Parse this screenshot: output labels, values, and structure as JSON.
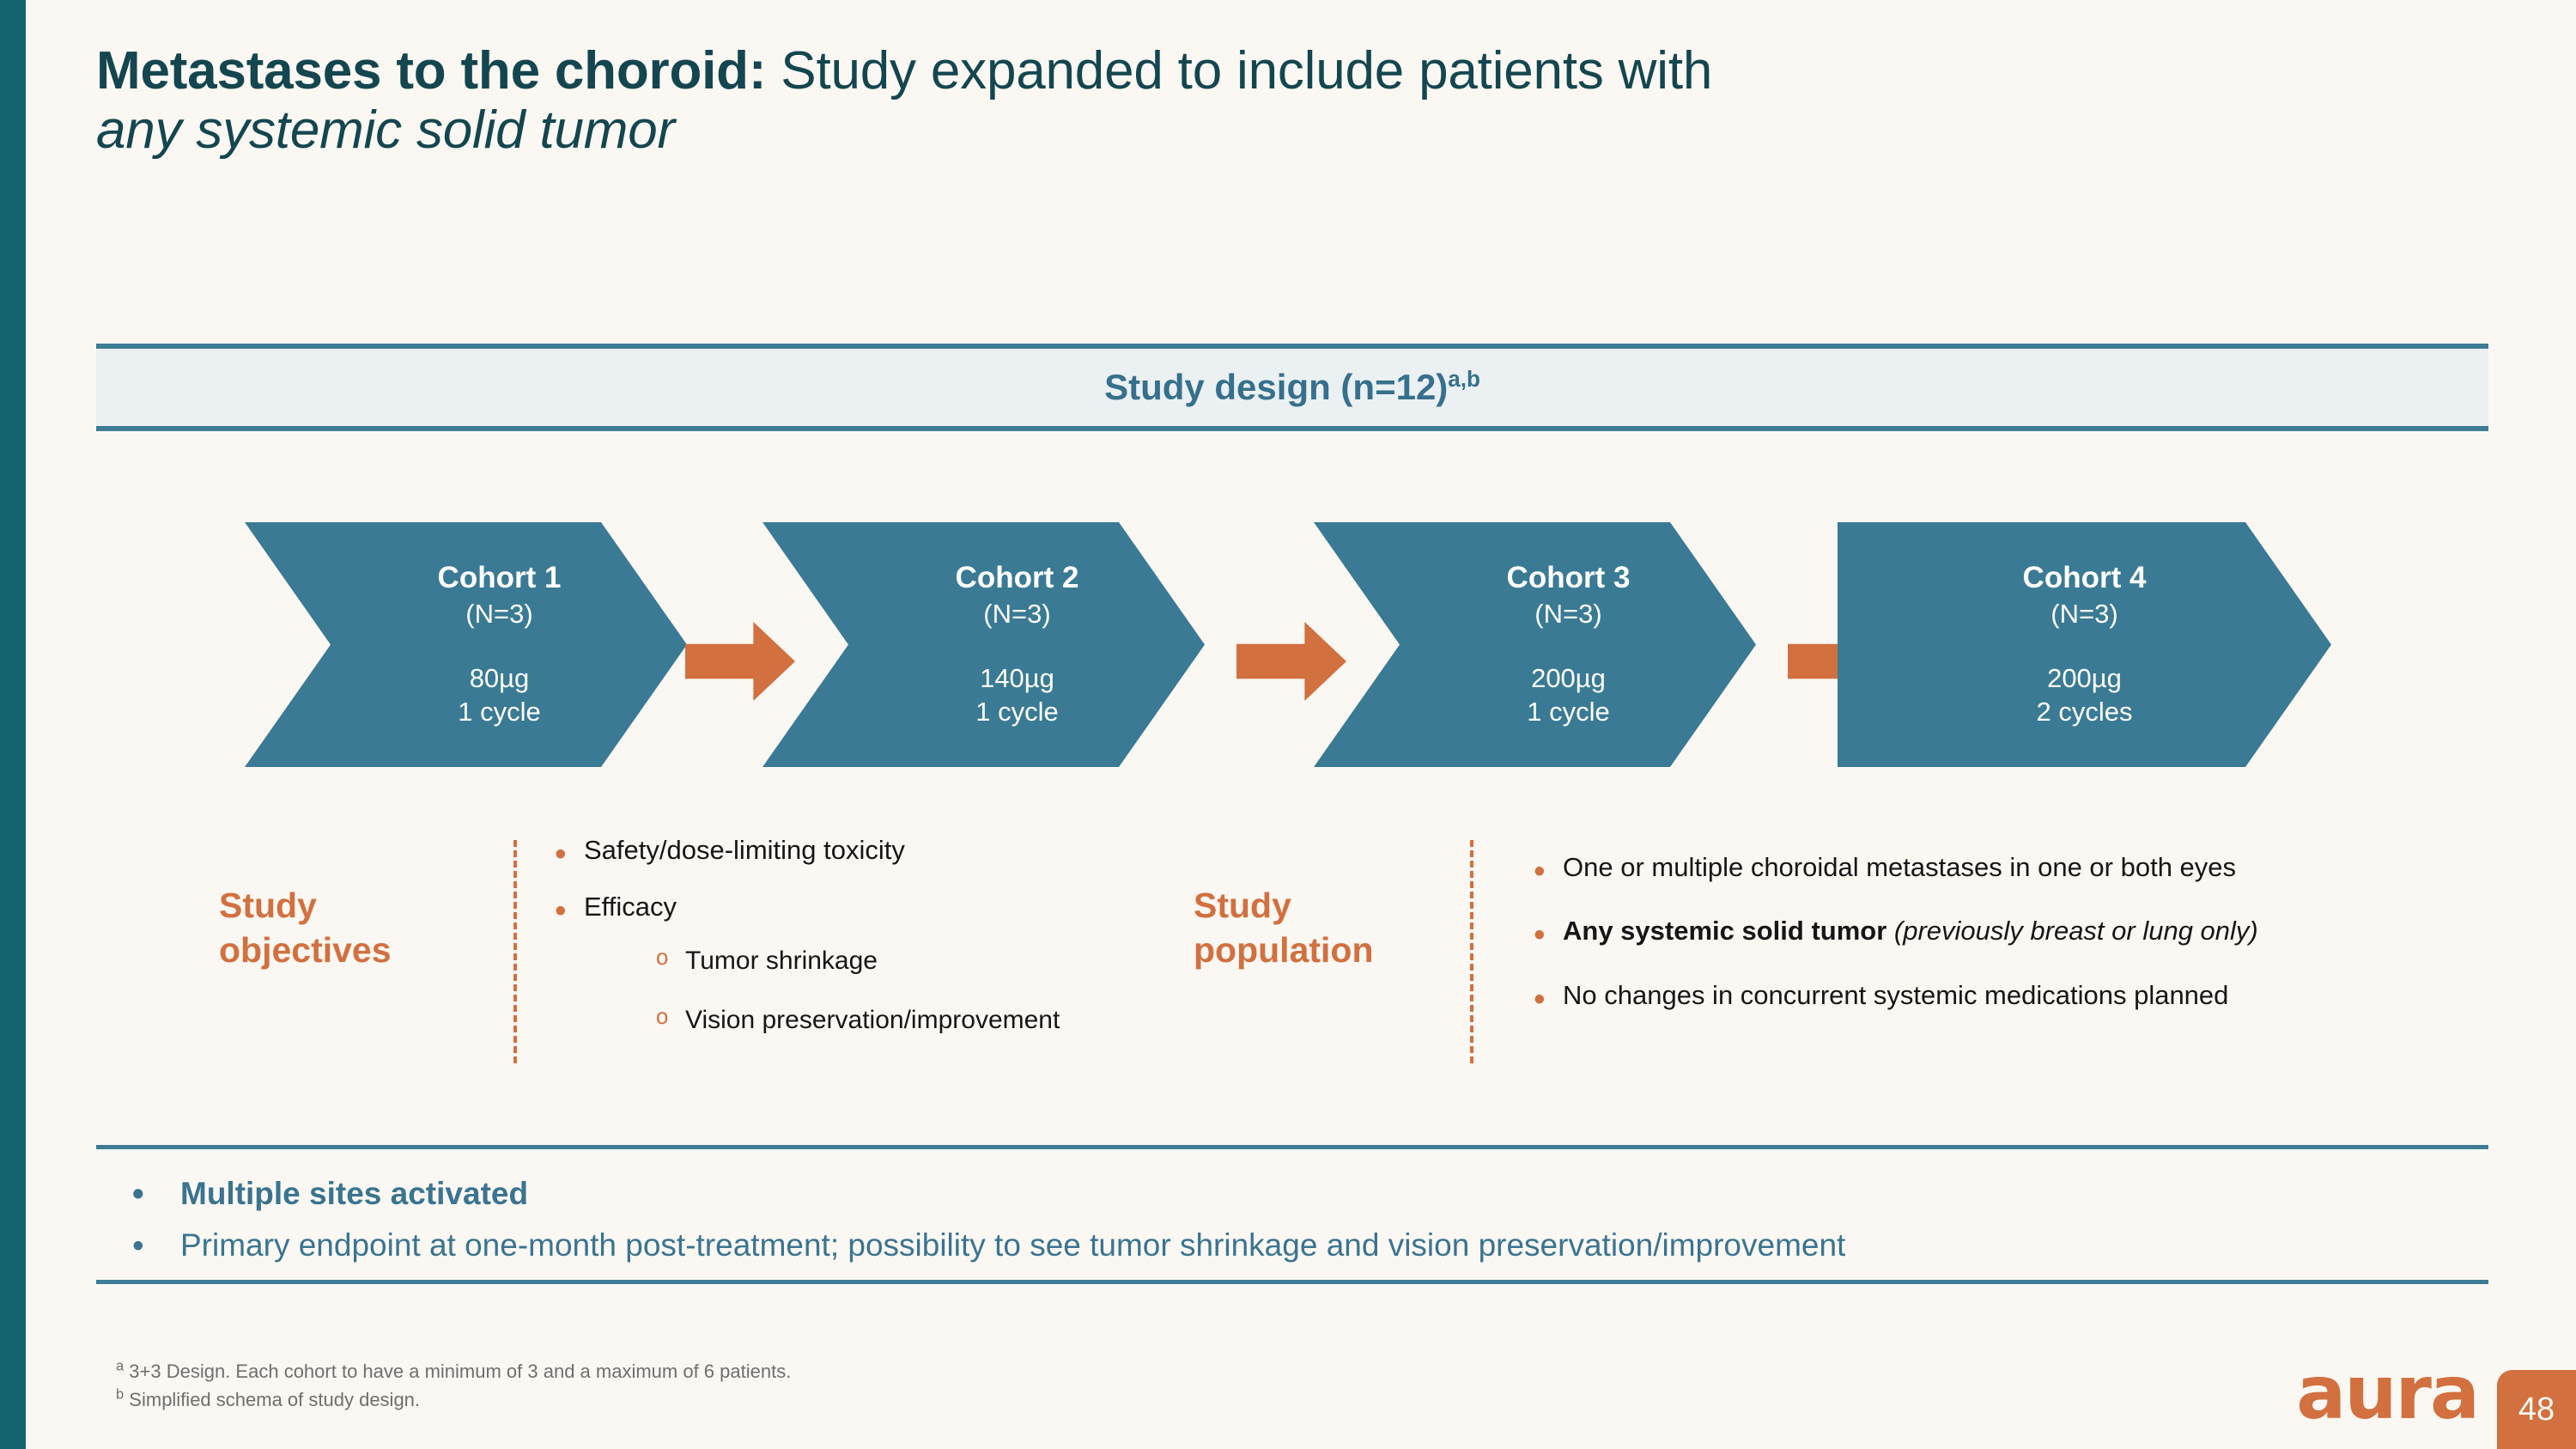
{
  "slide": {
    "title": {
      "bold_lead": "Metastases to the choroid:",
      "regular_rest": " Study expanded to include patients with",
      "italic_line": "any systemic solid tumor"
    },
    "accent_stripe_color": "#146470",
    "background_color": "#FBF8F3"
  },
  "design_banner": {
    "title_main": "Study design (n=12)",
    "title_superscript": "a,b",
    "background_color": "#EBF0F2",
    "rule_color": "#3E7B95",
    "text_color": "#36708C"
  },
  "cohorts": [
    {
      "name": "Cohort 1",
      "n": "(N=3)",
      "dose": "80µg",
      "cycles": "1 cycle"
    },
    {
      "name": "Cohort 2",
      "n": "(N=3)",
      "dose": "140µg",
      "cycles": "1 cycle"
    },
    {
      "name": "Cohort 3",
      "n": "(N=3)",
      "dose": "200µg",
      "cycles": "1 cycle"
    },
    {
      "name": "Cohort 4",
      "n": "(N=3)",
      "dose": "200µg",
      "cycles": "2 cycles"
    }
  ],
  "cohort_style": {
    "fill_color": "#3A7A94",
    "text_color": "#FFFFFF",
    "arrow_color": "#D2703F"
  },
  "objectives": {
    "label_line1": "Study",
    "label_line2": "objectives",
    "label_color": "#D2703F",
    "items": [
      "Safety/dose-limiting toxicity",
      "Efficacy"
    ],
    "sub_items": [
      "Tumor shrinkage",
      "Vision preservation/improvement"
    ]
  },
  "population": {
    "label_line1": "Study",
    "label_line2": "population",
    "label_color": "#D2703F",
    "items": [
      {
        "plain": "One or multiple choroidal metastases in one or both eyes"
      },
      {
        "bold": "Any systemic solid tumor",
        "italic": " (previously breast or lung only)"
      },
      {
        "plain": "No changes in concurrent systemic medications planned"
      }
    ]
  },
  "takeaways": {
    "rule_color": "#3E7B95",
    "text_color": "#3A7490",
    "items": [
      {
        "text": "Multiple sites activated",
        "bold": true
      },
      {
        "text": "Primary endpoint at one-month post-treatment; possibility to see tumor shrinkage and vision preservation/improvement",
        "bold": false
      }
    ]
  },
  "footnotes": [
    {
      "marker": "a",
      "text": " 3+3 Design. Each cohort to have a minimum of 3 and a maximum of 6 patients."
    },
    {
      "marker": "b",
      "text": " Simplified schema of study design."
    }
  ],
  "brand": {
    "logo_text": "aura",
    "logo_color": "#D2703F",
    "page_number": "48"
  }
}
